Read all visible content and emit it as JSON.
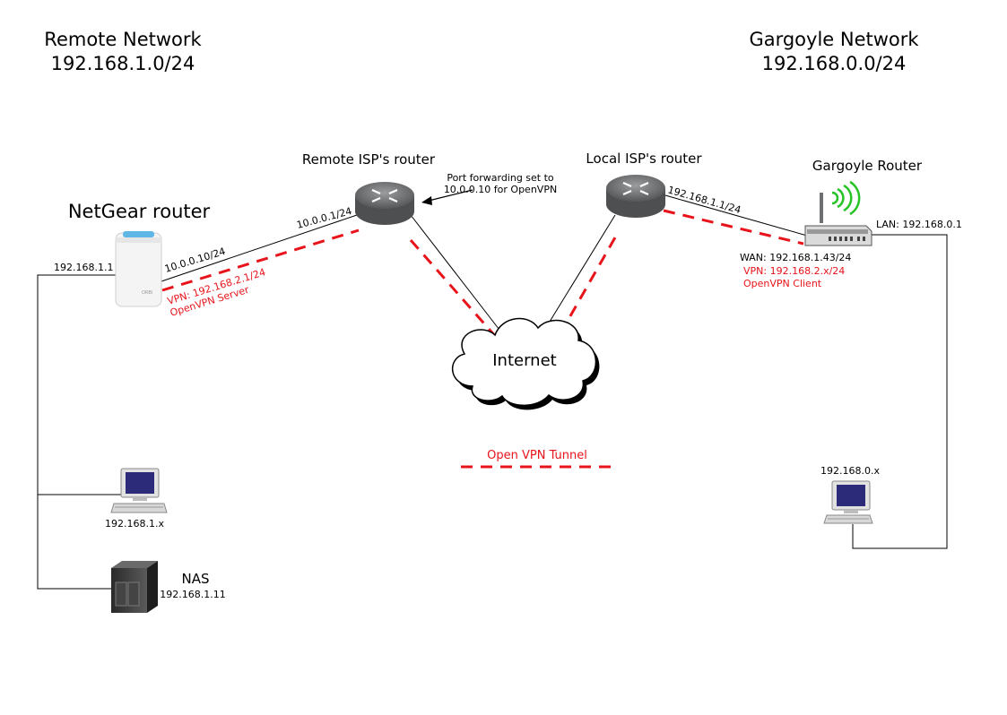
{
  "remote_network": {
    "title": "Remote Network",
    "subnet": "192.168.1.0/24"
  },
  "gargoyle_network": {
    "title": "Gargoyle Network",
    "subnet": "192.168.0.0/24"
  },
  "netgear": {
    "title": "NetGear router",
    "lan_ip": "192.168.1.1",
    "wan_ip": "10.0.0.10/24",
    "vpn_line1": "VPN: 192.168.2.1/24",
    "vpn_line2": "OpenVPN Server"
  },
  "remote_isp": {
    "title": "Remote ISP's router",
    "lan_ip": "10.0.0.1/24",
    "note_line1": "Port forwarding set to",
    "note_line2": "10.0.0.10 for OpenVPN"
  },
  "local_isp": {
    "title": "Local ISP's router",
    "lan_ip": "192.168.1.1/24"
  },
  "gargoyle_router": {
    "title": "Gargoyle Router",
    "lan": "LAN: 192.168.0.1",
    "wan": "WAN: 192.168.1.43/24",
    "vpn_line1": "VPN: 192.168.2.x/24",
    "vpn_line2": "OpenVPN Client"
  },
  "internet": {
    "label": "Internet"
  },
  "remote_pc": {
    "ip": "192.168.1.x"
  },
  "nas": {
    "title": "NAS",
    "ip": "192.168.1.11"
  },
  "local_pc": {
    "ip": "192.168.0.x"
  },
  "legend": {
    "tunnel_label": "Open VPN Tunnel"
  },
  "colors": {
    "tunnel": "#e8141b",
    "wifi": "#27c327",
    "router_body": "#6d6f71",
    "monitor_screen": "#2b2b7a"
  }
}
